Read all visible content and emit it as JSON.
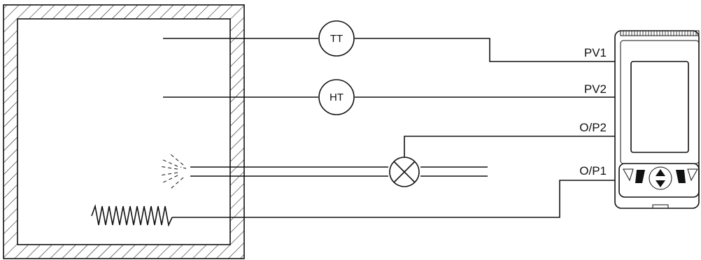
{
  "instruments": {
    "temperature_transmitter": "TT",
    "humidity_transmitter": "HT"
  },
  "signals": {
    "pv1": "PV1",
    "pv2": "PV2",
    "op2": "O/P2",
    "op1": "O/P1"
  },
  "colors": {
    "line": "#111111",
    "background": "#ffffff"
  },
  "icons": [
    "hatched-chamber-wall",
    "spray-nozzle-icon",
    "heater-coil-icon",
    "control-valve-icon",
    "controller-unit-icon"
  ]
}
